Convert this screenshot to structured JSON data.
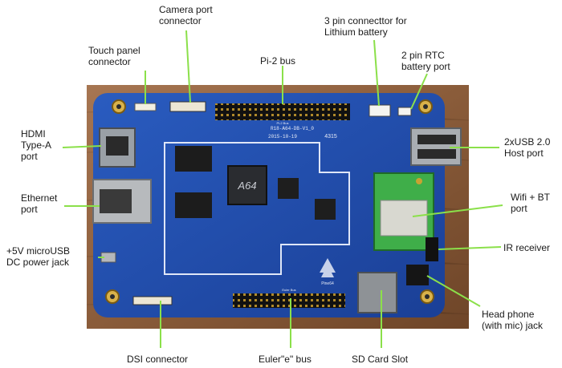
{
  "labels": {
    "camera_port": "Camera port\nconnector",
    "touch_panel": "Touch panel\nconnector",
    "pi2_bus": "Pi-2 bus",
    "lithium_battery": "3 pin connecttor for\nLithium battery",
    "rtc_battery": "2 pin RTC\nbattery port",
    "hdmi": "HDMI\nType-A\nport",
    "usb_host": "2xUSB 2.0\nHost port",
    "ethernet": "Ethernet\nport",
    "wifi_bt": "Wifi + BT\nport",
    "power_jack": "+5V microUSB\nDC power jack",
    "ir_receiver": "IR receiver",
    "headphone": "Head phone\n(with mic) jack",
    "dsi": "DSI connector",
    "euler_bus": "Euler\"e\" bus",
    "sd_card": "SD Card Slot"
  },
  "board_silkscreen": {
    "model": "R18-A64-DB-V1_0",
    "date": "2015-10-19",
    "code": "4315",
    "soc": "A64",
    "pi2_header": "Pi-2 Bus",
    "euler_header": "Euler Bus",
    "brand": "Pine64"
  },
  "colors": {
    "wood": "#9a6a44",
    "board": "#1f4fb0",
    "leader_line": "#8be04a",
    "wifi_module": "#3fae49"
  }
}
